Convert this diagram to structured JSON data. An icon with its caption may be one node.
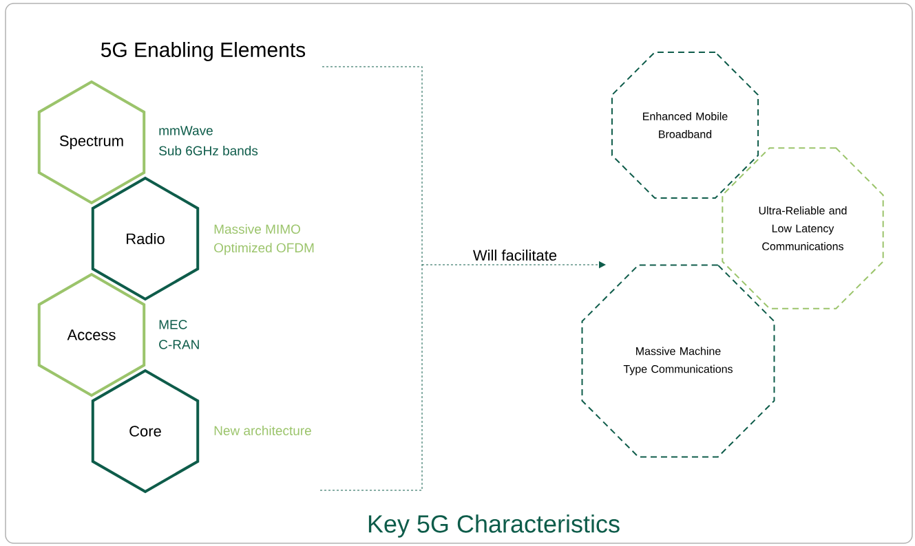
{
  "diagram": {
    "title": "5G Enabling Elements",
    "caption": "Key 5G Characteristics",
    "nodes": [
      {
        "text": [
          "Spectrum"
        ],
        "beside": [
          "mmWave",
          "Sub 6GHz bands"
        ]
      },
      {
        "text": [
          "Radio"
        ],
        "beside": [
          "Massive MIMO",
          "Optimized OFDM"
        ]
      },
      {
        "text": [
          "Access"
        ],
        "beside": [
          "MEC",
          "C-RAN"
        ]
      },
      {
        "text": [
          "Core"
        ],
        "beside": [
          "New architecture"
        ]
      },
      {
        "text": [
          "Enhanced Mobile Broadband"
        ]
      },
      {
        "text": [
          "Ultra-Reliable and Low Latency Communications"
        ]
      },
      {
        "text": [
          "Massive Machine Type Communications"
        ]
      }
    ],
    "labels": [
      "Will facilitate"
    ]
  }
}
